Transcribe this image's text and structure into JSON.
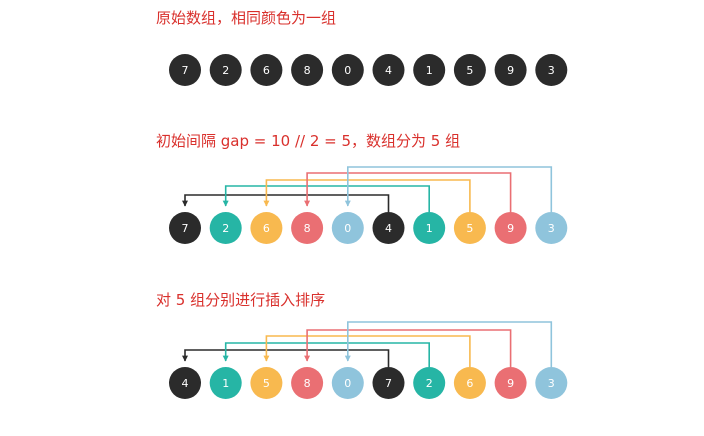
{
  "colors": {
    "heading": "#d9302c",
    "group_colors": [
      "#2b2b2b",
      "#26b5a5",
      "#f8b94f",
      "#ea6f73",
      "#8fc4dc"
    ],
    "plain_node": "#2b2b2b"
  },
  "sections": [
    {
      "heading": "原始数组，相同颜色为一组",
      "values": [
        "7",
        "2",
        "6",
        "8",
        "0",
        "4",
        "1",
        "5",
        "9",
        "3"
      ],
      "colored": false
    },
    {
      "heading": "初始间隔 gap = 10 // 2 = 5，数组分为 5 组",
      "values": [
        "7",
        "2",
        "6",
        "8",
        "0",
        "4",
        "1",
        "5",
        "9",
        "3"
      ],
      "colored": true
    },
    {
      "heading": "对 5 组分别进行插入排序",
      "values": [
        "4",
        "1",
        "5",
        "8",
        "0",
        "7",
        "2",
        "6",
        "9",
        "3"
      ],
      "colored": true
    }
  ],
  "gap": 5
}
